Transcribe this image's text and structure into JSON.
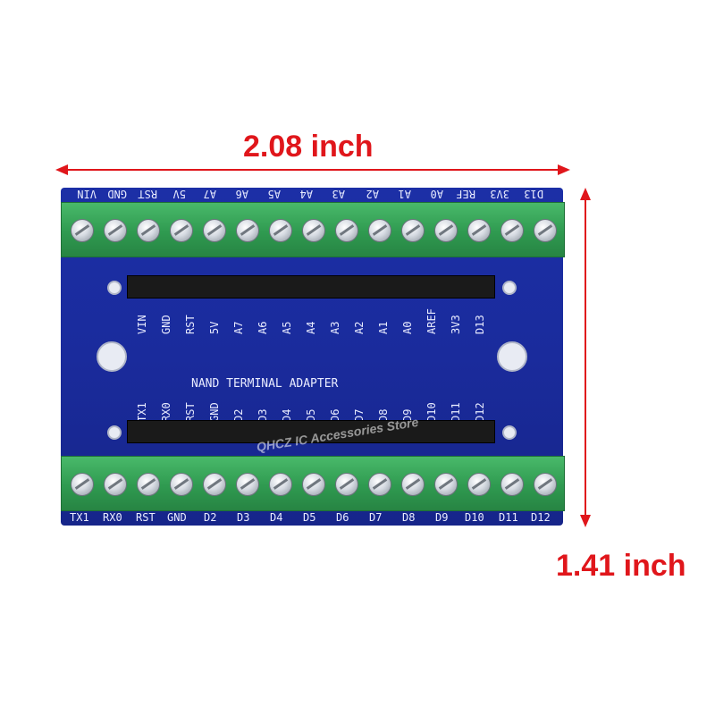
{
  "dimensions": {
    "width_label": "2.08 inch",
    "height_label": "1.41 inch"
  },
  "board": {
    "title": "NAND TERMINAL ADAPTER",
    "watermark": "QHCZ  IC Accessories Store",
    "top_edge_labels": [
      "VIN",
      "GND",
      "RST",
      "5V",
      "A7",
      "A6",
      "A5",
      "A4",
      "A3",
      "A2",
      "A1",
      "A0",
      "REF",
      "3V3",
      "D13"
    ],
    "top_header_labels": [
      "VIN",
      "GND",
      "RST",
      "5V",
      "A7",
      "A6",
      "A5",
      "A4",
      "A3",
      "A2",
      "A1",
      "A0",
      "AREF",
      "3V3",
      "D13"
    ],
    "bottom_header_labels": [
      "TX1",
      "RX0",
      "RST",
      "GND",
      "D2",
      "D3",
      "D4",
      "D5",
      "D6",
      "D7",
      "D8",
      "D9",
      "D10",
      "D11",
      "D12"
    ],
    "bottom_edge_labels": [
      "TX1",
      "RX0",
      "RST",
      "GND",
      "D2",
      "D3",
      "D4",
      "D5",
      "D6",
      "D7",
      "D8",
      "D9",
      "D10",
      "D11",
      "D12"
    ]
  },
  "colors": {
    "pcb": "#1a2b9c",
    "terminal": "#3aa85a",
    "arrow": "#e0161b"
  }
}
